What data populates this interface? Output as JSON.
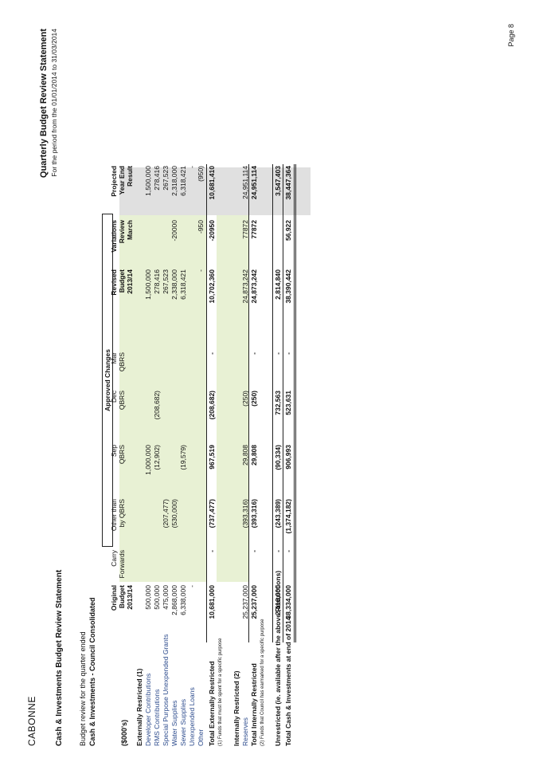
{
  "header": {
    "org": "CABONNE",
    "title": "Cash & Investments Budget Review Statement",
    "right_title": "Quarterly Budget Review Statement",
    "right_subtitle": "For the period from the 01/01/2014 to 31/03/2014",
    "subtitle1": "Budget review for the quarter ended",
    "subtitle2": "Cash & Investments - Council Consolidated",
    "units": "($000's)",
    "approved_changes": "Approved Changes",
    "page": "Page 8"
  },
  "columns": [
    {
      "l1": "Original",
      "l2": "Budget",
      "l3": "2013/14",
      "bold": true
    },
    {
      "l1": "Carry",
      "l2": "Forwards",
      "l3": "",
      "bold": false
    },
    {
      "l1": "Other than",
      "l2": "by QBRS",
      "l3": "",
      "bold": false
    },
    {
      "l1": "Sep",
      "l2": "QBRS",
      "l3": "",
      "bold": false
    },
    {
      "l1": "Dec",
      "l2": "QBRS",
      "l3": "",
      "bold": false
    },
    {
      "l1": "Mar",
      "l2": "QBRS",
      "l3": "",
      "bold": false
    },
    {
      "l1": "Revised",
      "l2": "Budget",
      "l3": "2013/14",
      "bold": true
    },
    {
      "l1": "Variations",
      "l2": "Review",
      "l3": "March",
      "bold": true
    },
    {
      "l1": "Projected",
      "l2": "Year End",
      "l3": "Result",
      "bold": true
    }
  ],
  "rows": [
    {
      "label": "Externally Restricted (1)",
      "style": "heading",
      "values": [
        "",
        "",
        "",
        "",
        "",
        "",
        "",
        "",
        ""
      ]
    },
    {
      "label": "Developer Contributions",
      "style": "item",
      "values": [
        "500,000",
        "",
        "",
        "1,000,000",
        "",
        "",
        "1,500,000",
        "",
        "1,500,000"
      ]
    },
    {
      "label": "RMS Contributions",
      "style": "item",
      "values": [
        "500,000",
        "",
        "",
        "(12,902)",
        "(208,682)",
        "",
        "278,416",
        "",
        "278,416"
      ]
    },
    {
      "label": "Special Purpose Unexpended Grants",
      "style": "item",
      "values": [
        "475,000",
        "",
        "(207,477)",
        "",
        "",
        "",
        "267,523",
        "",
        "267,523"
      ]
    },
    {
      "label": "Water Supplies",
      "style": "item",
      "values": [
        "2,868,000",
        "",
        "(530,000)",
        "",
        "",
        "",
        "2,338,000",
        "-20000",
        "2,318,000"
      ]
    },
    {
      "label": "Sewer Supplies",
      "style": "item",
      "values": [
        "6,338,000",
        "",
        "",
        "(19,579)",
        "",
        "",
        "6,318,421",
        "",
        "6,318,421"
      ]
    },
    {
      "label": "Unexpended Loans",
      "style": "item",
      "values": [
        "-",
        "",
        "",
        "",
        "",
        "",
        "",
        "",
        "-"
      ]
    },
    {
      "label": "Other",
      "style": "item",
      "values": [
        "",
        "",
        "",
        "",
        "",
        "",
        "-",
        "-950",
        "(950)"
      ]
    },
    {
      "label": "Total Externally Restricted",
      "style": "total",
      "values": [
        "10,681,000",
        "-",
        "(737,477)",
        "967,519",
        "(208,682)",
        "-",
        "10,702,360",
        "-20950",
        "10,681,410"
      ]
    },
    {
      "label": "(1) Funds that must be spent for a specific purpose",
      "style": "note",
      "values": [
        "",
        "",
        "",
        "",
        "",
        "",
        "",
        "",
        ""
      ]
    },
    {
      "label": "Internally Restricted (2)",
      "style": "heading",
      "values": [
        "",
        "",
        "",
        "",
        "",
        "",
        "",
        "",
        ""
      ]
    },
    {
      "label": "Reserves",
      "style": "item",
      "values": [
        "25,237,000",
        "",
        "(393,316)",
        "29,808",
        "(250)",
        "",
        "24,873,242",
        "77872",
        "24,951,114"
      ]
    },
    {
      "label": "Total Internally Restricted",
      "style": "total",
      "values": [
        "25,237,000",
        "-",
        "(393,316)",
        "29,808",
        "(250)",
        "-",
        "24,873,242",
        "77872",
        "24,951,114"
      ]
    },
    {
      "label": "(2) Funds that Council has earmarked for a specific purpose",
      "style": "note",
      "values": [
        "",
        "",
        "",
        "",
        "",
        "",
        "",
        "",
        ""
      ]
    },
    {
      "label": "Unrestricted (ie. available after the above Restrictions)",
      "style": "total",
      "values": [
        "2,416,000",
        "-",
        "(243,389)",
        "(90,334)",
        "732,563",
        "-",
        "2,814,840",
        "",
        "3,547,403"
      ]
    },
    {
      "label": "Total Cash & Investments at end of 2014",
      "style": "total",
      "values": [
        "38,334,000",
        "-",
        "(1,374,182)",
        "906,993",
        "523,631",
        "-",
        "38,390,442",
        "56,922",
        "38,447,364"
      ]
    }
  ]
}
